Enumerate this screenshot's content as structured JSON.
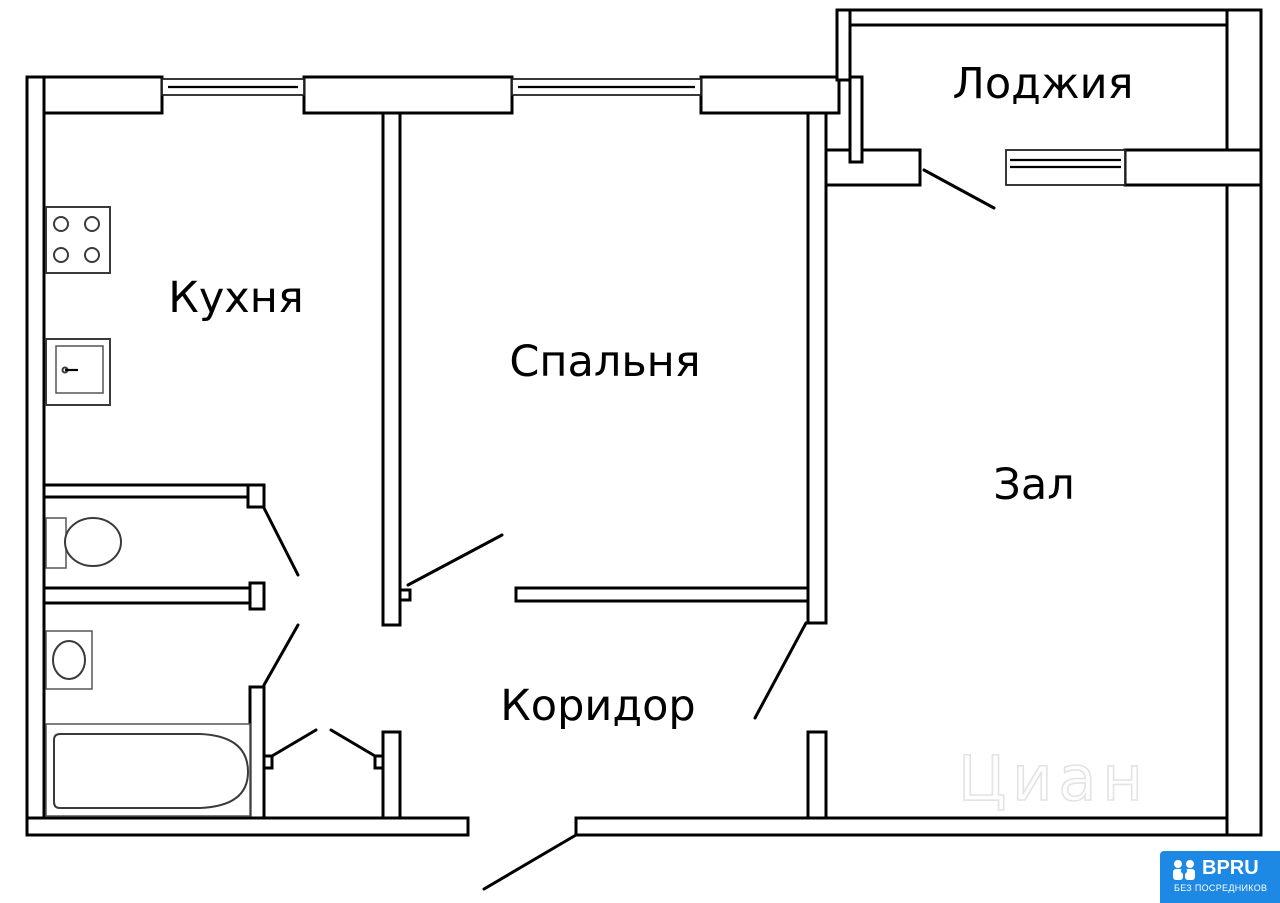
{
  "floor_plan": {
    "rooms": {
      "kitchen": "Кухня",
      "bedroom": "Спальня",
      "hall": "Зал",
      "loggia": "Лоджия",
      "corridor": "Коридор"
    },
    "watermark": "Циан"
  },
  "badge": {
    "name": "BPRU",
    "tagline": "БЕЗ ПОСРЕДНИКОВ",
    "color": "#1e88e5"
  },
  "icons": [
    "stove-icon",
    "sink-icon",
    "toilet-icon",
    "washbasin-icon",
    "bathtub-icon",
    "window-icon",
    "door-swing-icon",
    "people-logo-icon"
  ]
}
